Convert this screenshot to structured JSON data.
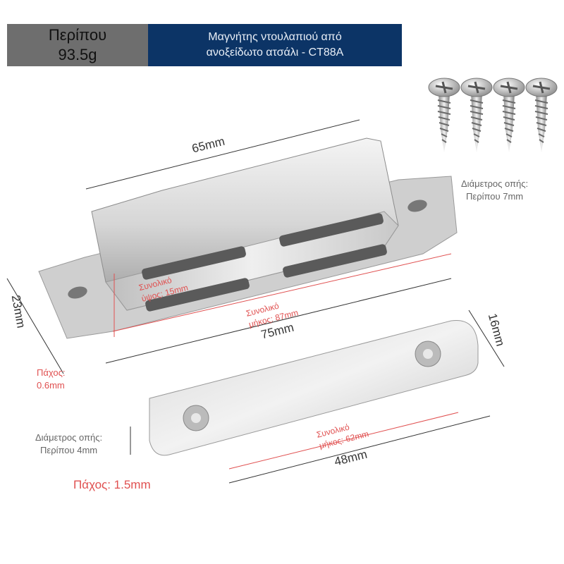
{
  "header": {
    "weight_line1": "Περίπου",
    "weight_line2": "93.5g",
    "title_line1": "Μαγνήτης ντουλαπιού από",
    "title_line2": "ανοξείδωτο ατσάλι - CT88A"
  },
  "dimensions": {
    "top_length": "65mm",
    "height": "23mm",
    "body_length": "75mm",
    "plate_width": "16mm",
    "plate_length": "48mm"
  },
  "annotations": {
    "hole_large_line1": "Διάμετρος οπής:",
    "hole_large_line2": "Περίπου 7mm",
    "total_height_line1": "Συνολικό",
    "total_height_line2": "ύψος: 15mm",
    "total_length_body_line1": "Συνολικό",
    "total_length_body_line2": "μήκος: 87mm",
    "thickness_body_line1": "Πάχος:",
    "thickness_body_line2": "0.6mm",
    "hole_small_line1": "Διάμετρος οπής:",
    "hole_small_line2": "Περίπου 4mm",
    "total_length_plate_line1": "Συνολικό",
    "total_length_plate_line2": "μήκος: 62mm",
    "thickness_plate": "Πάχος: 1.5mm"
  },
  "colors": {
    "header_gray": "#6e6e6e",
    "header_blue": "#0c3466",
    "annotation_red": "#e05050"
  }
}
